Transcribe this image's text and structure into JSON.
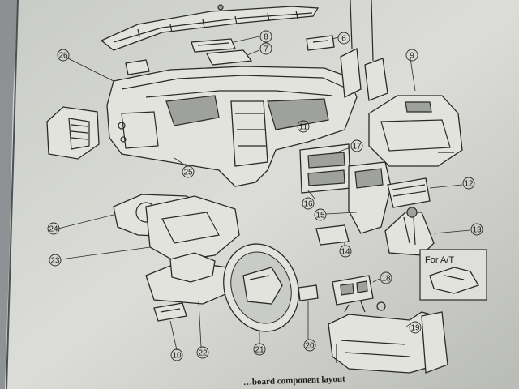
{
  "figure": {
    "caption": "…board component layout",
    "inset_label": "For A/T"
  },
  "callouts": [
    {
      "id": "8",
      "label": "8"
    },
    {
      "id": "7",
      "label": "7"
    },
    {
      "id": "6",
      "label": "6"
    },
    {
      "id": "9",
      "label": "9"
    },
    {
      "id": "26",
      "label": "26"
    },
    {
      "id": "11",
      "label": "11"
    },
    {
      "id": "17",
      "label": "17"
    },
    {
      "id": "25",
      "label": "25"
    },
    {
      "id": "16",
      "label": "16"
    },
    {
      "id": "12",
      "label": "12"
    },
    {
      "id": "15",
      "label": "15"
    },
    {
      "id": "24",
      "label": "24"
    },
    {
      "id": "13",
      "label": "13"
    },
    {
      "id": "14",
      "label": "14"
    },
    {
      "id": "23",
      "label": "23"
    },
    {
      "id": "18",
      "label": "18"
    },
    {
      "id": "19",
      "label": "19"
    },
    {
      "id": "10",
      "label": "10"
    },
    {
      "id": "22",
      "label": "22"
    },
    {
      "id": "21",
      "label": "21"
    },
    {
      "id": "20",
      "label": "20"
    }
  ]
}
